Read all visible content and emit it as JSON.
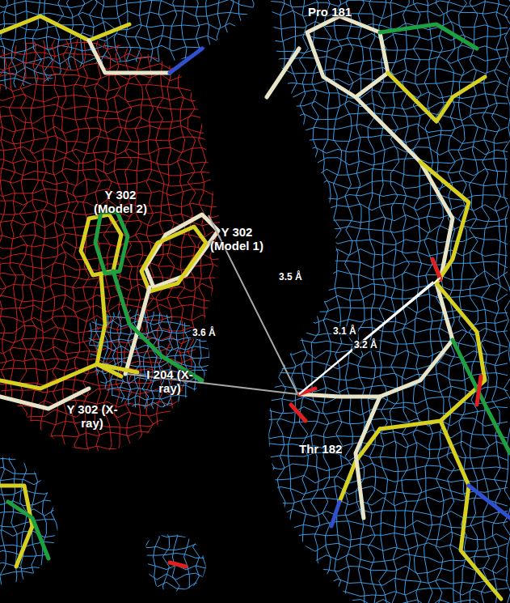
{
  "diagram": {
    "labels": [
      "Pro 181",
      "Y 302 (Model 2)",
      "Y 302 (Model 1)",
      "3.5 Å",
      "3.6 Å",
      "3.1 Å",
      "3.2 Å",
      "Y 302 (X-ray)",
      "I 204 (X-ray)",
      "Thr 182"
    ]
  }
}
